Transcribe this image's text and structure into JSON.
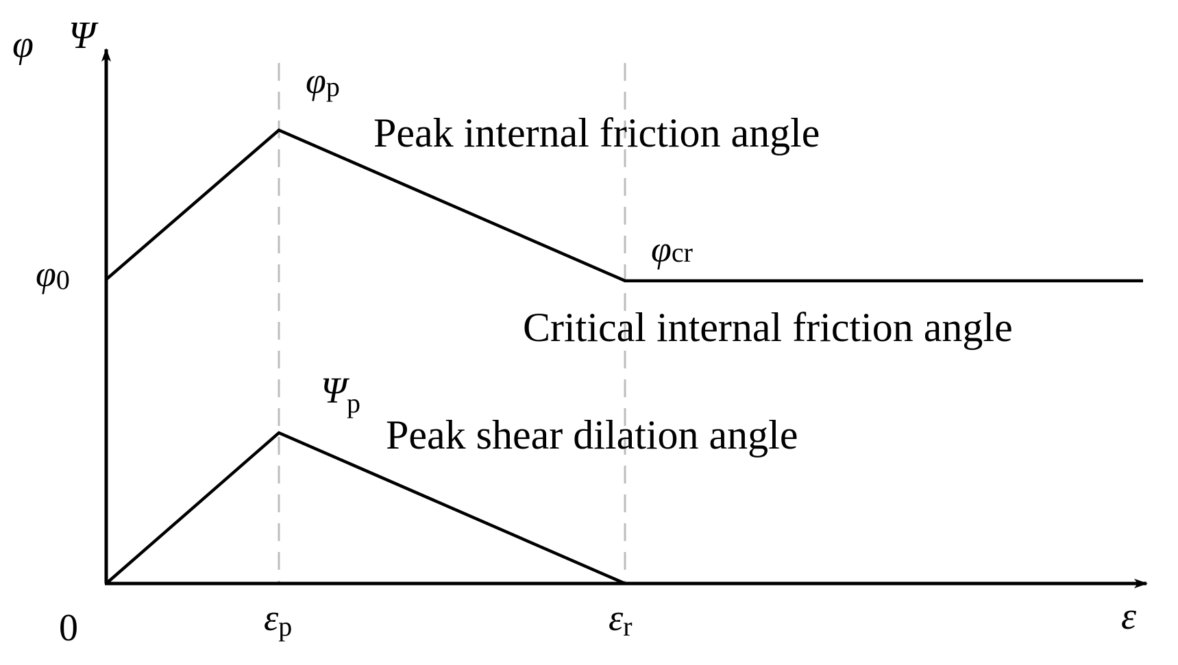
{
  "axes": {
    "y_symbol_1": "φ",
    "y_symbol_2": "Ψ",
    "x_symbol": "ε",
    "origin": "0"
  },
  "ticks": {
    "eps_p": {
      "sym": "ε",
      "sub": "p"
    },
    "eps_r": {
      "sym": "ε",
      "sub": "r"
    },
    "phi_0": {
      "sym": "φ",
      "sub": "0"
    }
  },
  "points": {
    "phi_p": {
      "sym": "φ",
      "sub": "p"
    },
    "phi_cr": {
      "sym": "φ",
      "sub": "cr"
    },
    "psi_p": {
      "sym": "Ψ",
      "sub": "p"
    }
  },
  "captions": {
    "peak_friction": "Peak internal friction angle",
    "critical_friction": "Critical internal friction angle",
    "peak_dilation": "Peak shear dilation angle"
  },
  "colors": {
    "curve": "#000000",
    "guide": "#bdbdbd"
  }
}
